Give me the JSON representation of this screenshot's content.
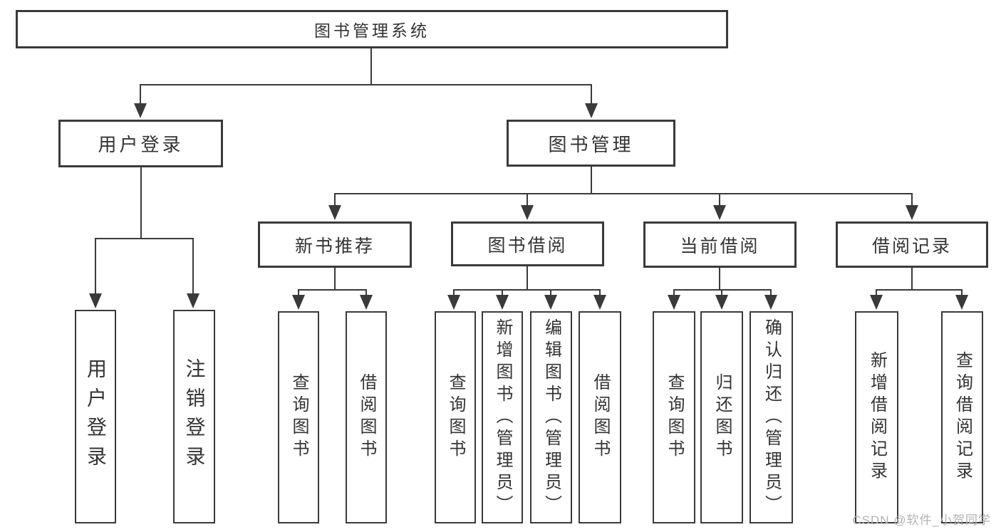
{
  "diagram": {
    "root": {
      "label": "图书管理系统"
    },
    "branches": [
      {
        "label": "用户登录",
        "children": [
          {
            "label": "用户登录"
          },
          {
            "label": "注销登录"
          }
        ]
      },
      {
        "label": "图书管理",
        "children": [
          {
            "label": "新书推荐",
            "children": [
              {
                "label": "查询图书"
              },
              {
                "label": "借阅图书"
              }
            ]
          },
          {
            "label": "图书借阅",
            "children": [
              {
                "label": "查询图书"
              },
              {
                "label": "新增图书（管理员）"
              },
              {
                "label": "编辑图书（管理员）"
              },
              {
                "label": "借阅图书"
              }
            ]
          },
          {
            "label": "当前借阅",
            "children": [
              {
                "label": "查询图书"
              },
              {
                "label": "归还图书"
              },
              {
                "label": "确认归还（管理员）"
              }
            ]
          },
          {
            "label": "借阅记录",
            "children": [
              {
                "label": "新增借阅记录"
              },
              {
                "label": "查询借阅记录"
              }
            ]
          }
        ]
      }
    ]
  },
  "watermark": {
    "text": "CSDN @软件_小贺同学"
  },
  "colors": {
    "line": "#3a3a3a",
    "text": "#333333",
    "watermark": "#b2b2b2",
    "background": "#ffffff"
  }
}
